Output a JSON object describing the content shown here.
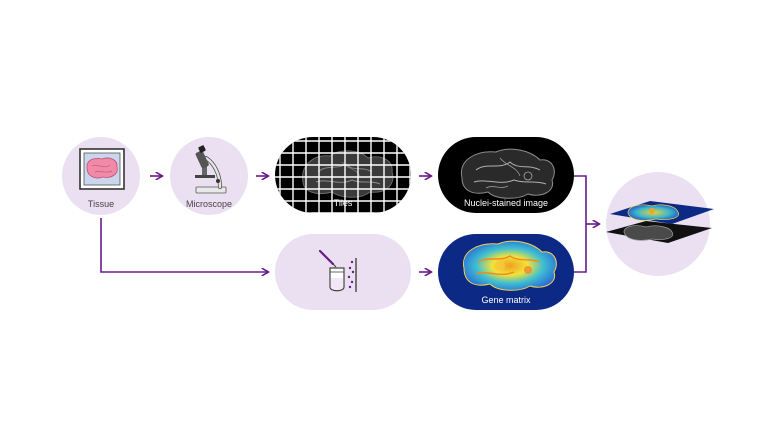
{
  "colors": {
    "bubble": "#ebe0f1",
    "arrow": "#6a1b8a",
    "dark_pill": "#000000",
    "gene_pill": "#0c2a85"
  },
  "nodes": {
    "tissue": {
      "label": "Tissue",
      "icon": "tissue-slide-icon"
    },
    "microscope": {
      "label": "Microscope",
      "icon": "microscope-icon"
    },
    "tiles": {
      "label": "Tiles",
      "icon": "tile-grid-image"
    },
    "nuclei": {
      "label": "Nuclei-stained image",
      "icon": "nuclei-stained-image"
    },
    "sequencing": {
      "label": "",
      "icon": "pipette-tube-icon"
    },
    "gene": {
      "label": "Gene matrix",
      "icon": "gene-heatmap-image"
    },
    "integration": {
      "label": "",
      "icon": "stacked-layers-icon"
    }
  }
}
